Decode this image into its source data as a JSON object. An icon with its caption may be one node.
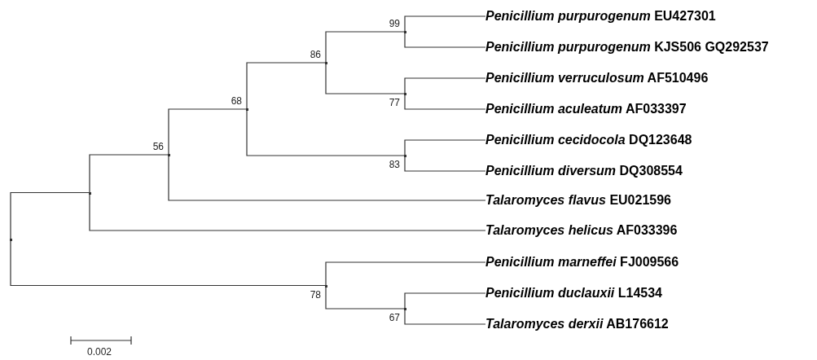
{
  "diagram": {
    "nodes": [
      {
        "text": [],
        "shape": "point"
      },
      {
        "text": [],
        "shape": "point"
      },
      {
        "text": [],
        "shape": "point",
        "beside": [
          "56"
        ]
      },
      {
        "text": [],
        "shape": "point",
        "beside": [
          "68"
        ]
      },
      {
        "text": [],
        "shape": "point",
        "beside": [
          "86"
        ]
      },
      {
        "text": [],
        "shape": "point",
        "beside": [
          "99"
        ]
      },
      {
        "text": [
          "*Penicillium purpurogenum* EU427301"
        ]
      },
      {
        "text": [
          "*Penicillium purpurogenum* KJS506 GQ292537"
        ]
      },
      {
        "text": [],
        "shape": "point",
        "beside": [
          "77"
        ]
      },
      {
        "text": [
          "*Penicillium verruculosum* AF510496"
        ]
      },
      {
        "text": [
          "*Penicillium aculeatum* AF033397"
        ]
      },
      {
        "text": [],
        "shape": "point",
        "beside": [
          "83"
        ]
      },
      {
        "text": [
          "*Penicillium cecidocola* DQ123648"
        ]
      },
      {
        "text": [
          "*Penicillium diversum* DQ308554"
        ]
      },
      {
        "text": [
          "*Talaromyces flavus* EU021596"
        ]
      },
      {
        "text": [
          "*Talaromyces helicus* AF033396"
        ]
      },
      {
        "text": [],
        "shape": "point",
        "beside": [
          "78"
        ]
      },
      {
        "text": [
          "*Penicillium marneffei* FJ009566"
        ]
      },
      {
        "text": [],
        "shape": "point",
        "beside": [
          "67"
        ]
      },
      {
        "text": [
          "*Penicillium duclauxii* L14534"
        ]
      },
      {
        "text": [
          "*Talaromyces derxii* AB176612"
        ]
      }
    ],
    "edges": [
      {
        "from": 0,
        "to": 1,
        "arrow": "none"
      },
      {
        "from": 1,
        "to": 2,
        "arrow": "none"
      },
      {
        "from": 2,
        "to": 3,
        "arrow": "none"
      },
      {
        "from": 3,
        "to": 4,
        "arrow": "none"
      },
      {
        "from": 4,
        "to": 5,
        "arrow": "none"
      },
      {
        "from": 5,
        "to": 6,
        "arrow": "none"
      },
      {
        "from": 5,
        "to": 7,
        "arrow": "none"
      },
      {
        "from": 4,
        "to": 8,
        "arrow": "none"
      },
      {
        "from": 8,
        "to": 9,
        "arrow": "none"
      },
      {
        "from": 8,
        "to": 10,
        "arrow": "none"
      },
      {
        "from": 3,
        "to": 11,
        "arrow": "none"
      },
      {
        "from": 11,
        "to": 12,
        "arrow": "none"
      },
      {
        "from": 11,
        "to": 13,
        "arrow": "none"
      },
      {
        "from": 2,
        "to": 14,
        "arrow": "none"
      },
      {
        "from": 1,
        "to": 15,
        "arrow": "none"
      },
      {
        "from": 0,
        "to": 16,
        "arrow": "none"
      },
      {
        "from": 16,
        "to": 17,
        "arrow": "none"
      },
      {
        "from": 16,
        "to": 18,
        "arrow": "none"
      },
      {
        "from": 18,
        "to": 19,
        "arrow": "none"
      },
      {
        "from": 18,
        "to": 20,
        "arrow": "none"
      }
    ],
    "labels": [
      "0.002"
    ]
  }
}
